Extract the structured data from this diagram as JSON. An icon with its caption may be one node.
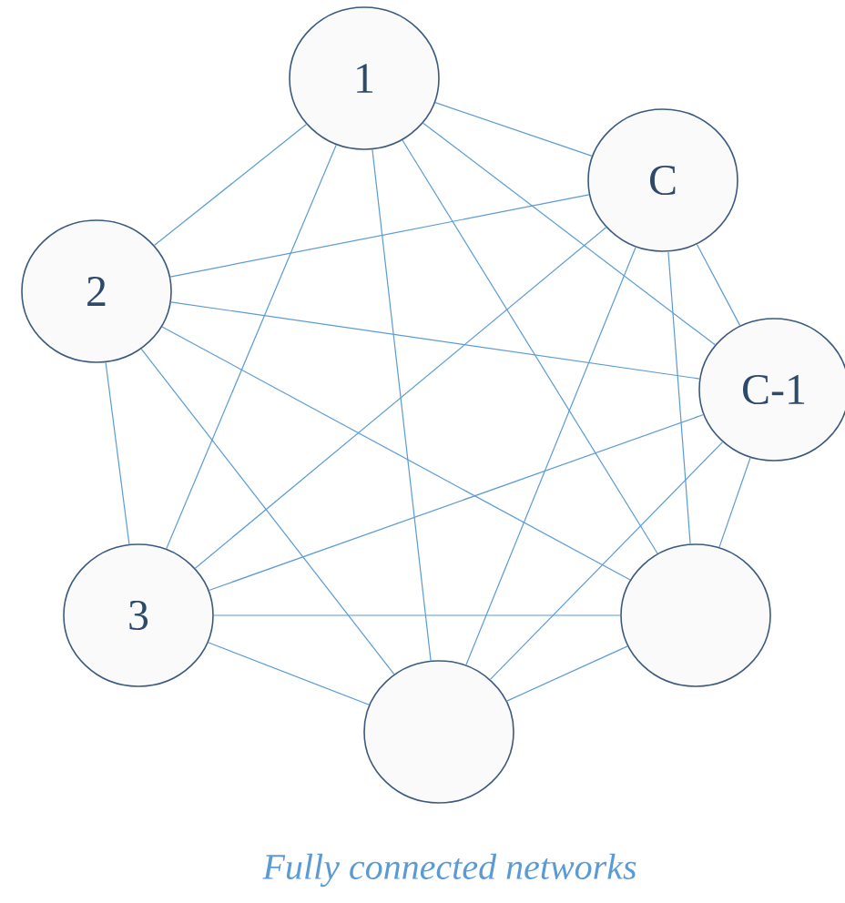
{
  "diagram": {
    "caption": "Fully connected networks",
    "nodes": [
      {
        "text": [
          "1"
        ]
      },
      {
        "text": [
          "C"
        ]
      },
      {
        "text": [
          "2"
        ]
      },
      {
        "text": [
          "C-1"
        ]
      },
      {
        "text": [
          "3"
        ]
      },
      {
        "text": [],
        "shape": "circle"
      },
      {
        "text": [],
        "shape": "circle"
      }
    ],
    "edges": [
      {
        "from": 0,
        "to": 1,
        "arrow": "none"
      },
      {
        "from": 0,
        "to": 2,
        "arrow": "none"
      },
      {
        "from": 0,
        "to": 3,
        "arrow": "none"
      },
      {
        "from": 0,
        "to": 4,
        "arrow": "none"
      },
      {
        "from": 0,
        "to": 5,
        "arrow": "none"
      },
      {
        "from": 0,
        "to": 6,
        "arrow": "none"
      },
      {
        "from": 1,
        "to": 2,
        "arrow": "none"
      },
      {
        "from": 1,
        "to": 3,
        "arrow": "none"
      },
      {
        "from": 1,
        "to": 4,
        "arrow": "none"
      },
      {
        "from": 1,
        "to": 5,
        "arrow": "none"
      },
      {
        "from": 1,
        "to": 6,
        "arrow": "none"
      },
      {
        "from": 2,
        "to": 3,
        "arrow": "none"
      },
      {
        "from": 2,
        "to": 4,
        "arrow": "none"
      },
      {
        "from": 2,
        "to": 5,
        "arrow": "none"
      },
      {
        "from": 2,
        "to": 6,
        "arrow": "none"
      },
      {
        "from": 3,
        "to": 4,
        "arrow": "none"
      },
      {
        "from": 3,
        "to": 5,
        "arrow": "none"
      },
      {
        "from": 3,
        "to": 6,
        "arrow": "none"
      },
      {
        "from": 4,
        "to": 5,
        "arrow": "none"
      },
      {
        "from": 4,
        "to": 6,
        "arrow": "none"
      },
      {
        "from": 5,
        "to": 6,
        "arrow": "none"
      }
    ]
  }
}
